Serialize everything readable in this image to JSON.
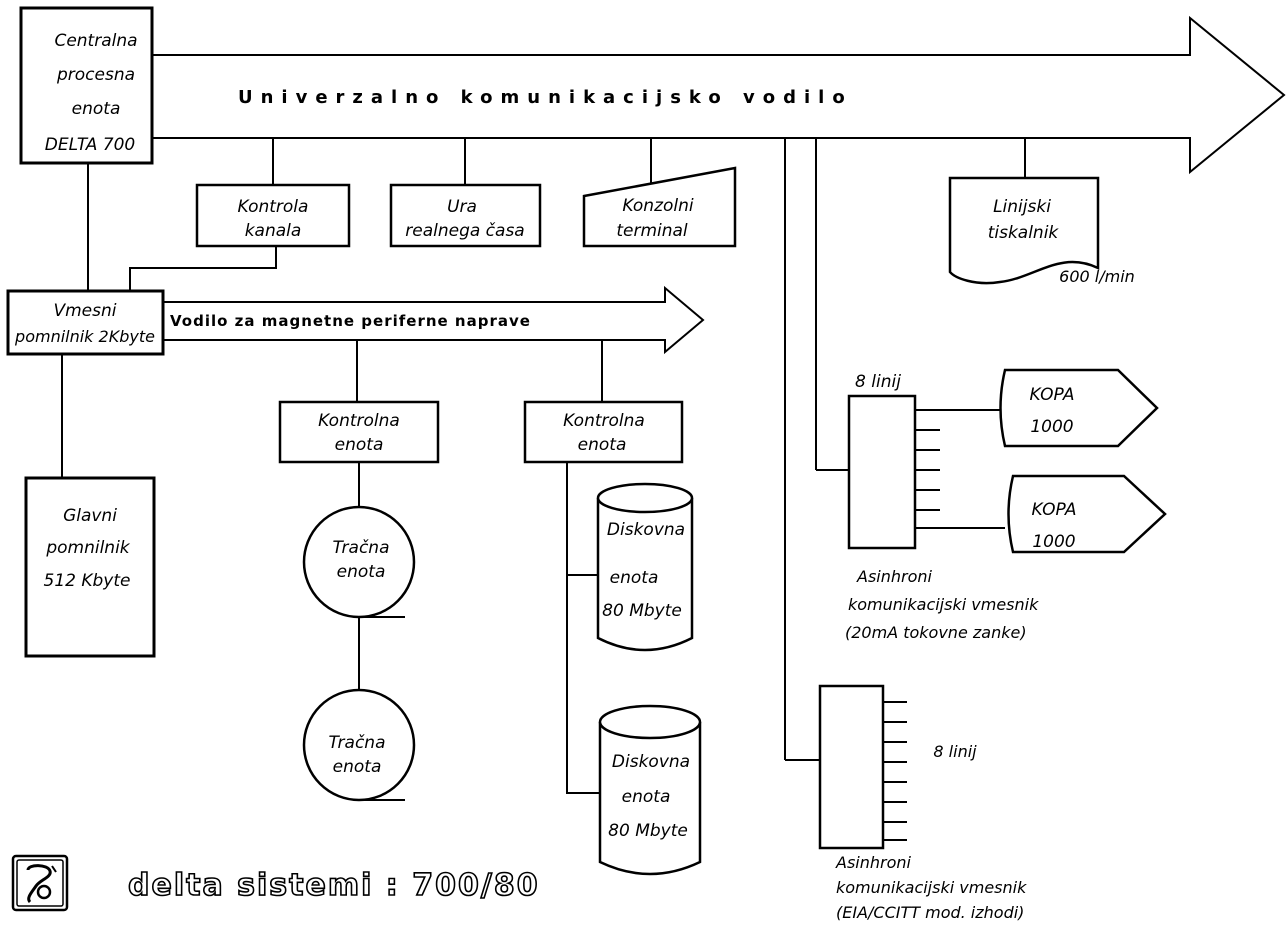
{
  "cpu": {
    "line1": "Centralna",
    "line2": "procesna",
    "line3": "enota",
    "line4": "DELTA 700"
  },
  "universal_bus": {
    "label": "Univerzalno komunikacijsko vodilo"
  },
  "channel_control": {
    "line1": "Kontrola",
    "line2": "kanala"
  },
  "realtime_clock": {
    "line1": "Ura",
    "line2": "realnega časa"
  },
  "console_terminal": {
    "line1": "Konzolni",
    "line2": "terminal"
  },
  "line_printer": {
    "line1": "Linijski",
    "line2": "tiskalnik",
    "speed": "600 l/min"
  },
  "buffer_memory": {
    "line1": "Vmesni",
    "line2": "pomnilnik 2Kbyte"
  },
  "magnetic_bus": {
    "label": "Vodilo za magnetne periferne naprave"
  },
  "main_memory": {
    "line1": "Glavni",
    "line2": "pomnilnik",
    "line3": "512 Kbyte"
  },
  "tape_control": {
    "line1": "Kontrolna",
    "line2": "enota"
  },
  "disk_control": {
    "line1": "Kontrolna",
    "line2": "enota"
  },
  "tape_units": [
    {
      "line1": "Tračna",
      "line2": "enota"
    },
    {
      "line1": "Tračna",
      "line2": "enota"
    }
  ],
  "disk_units": [
    {
      "line1": "Diskovna",
      "line2": "enota",
      "line3": "80 Mbyte"
    },
    {
      "line1": "Diskovna",
      "line2": "enota",
      "line3": "80 Mbyte"
    }
  ],
  "async_20ma": {
    "lines_label": "8 linij",
    "caption1": "Asinhroni",
    "caption2": "komunikacijski vmesnik",
    "caption3": "(20mA tokovne zanke)"
  },
  "kopa_terminals": [
    {
      "line1": "KOPA",
      "line2": "1000"
    },
    {
      "line1": "KOPA",
      "line2": "1000"
    }
  ],
  "async_eia": {
    "lines_label": "8 linij",
    "caption1": "Asinhroni",
    "caption2": "komunikacijski vmesnik",
    "caption3": "(EIA/CCITT mod. izhodi)"
  },
  "brand": {
    "text": "delta sistemi : 700/80"
  }
}
